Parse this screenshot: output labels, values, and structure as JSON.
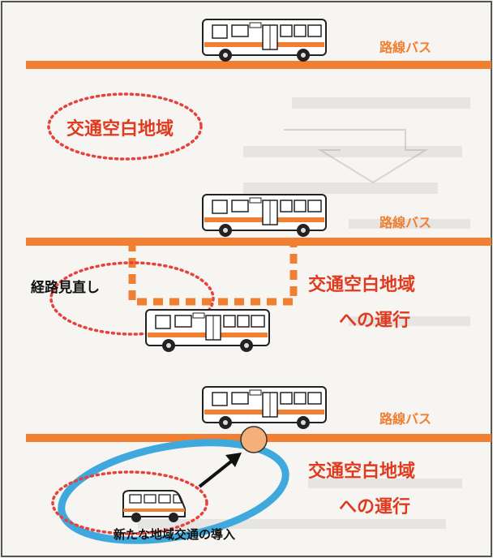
{
  "panel1": {
    "route_label": "路線バス",
    "gap_area_label": "交通空白地域"
  },
  "panel2": {
    "route_label": "路線バス",
    "review_label": "経路見直し",
    "caption_line1": "交通空白地域",
    "caption_line2": "への運行"
  },
  "panel3": {
    "route_label": "路線バス",
    "caption_line1": "交通空白地域",
    "caption_line2": "への運行",
    "new_transport_label": "新たな地域交通の導入"
  },
  "colors": {
    "route_line": "#f07f32",
    "label_orange": "#f07f32",
    "caption_red": "#e03a1e",
    "dotted_red": "#e8403a",
    "blue_oval": "#3fa9de",
    "stop_dot": "#f3b07a"
  }
}
